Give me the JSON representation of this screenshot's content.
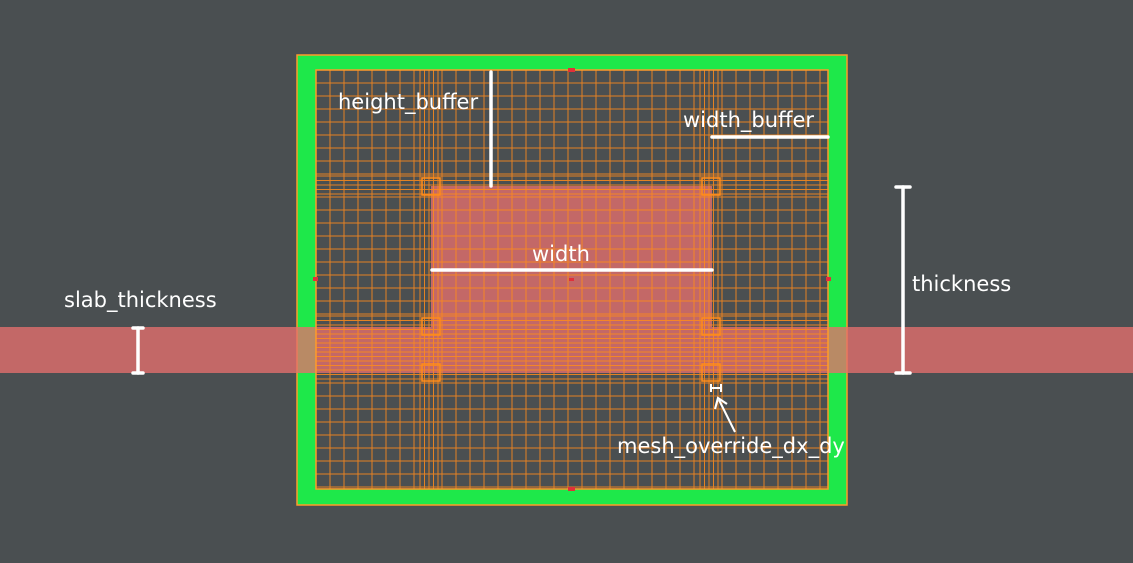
{
  "labels": {
    "height_buffer": "height_buffer",
    "width_buffer": "width_buffer",
    "width": "width",
    "thickness": "thickness",
    "slab_thickness": "slab_thickness",
    "mesh_override": "mesh_override_dx_dy"
  },
  "colors": {
    "background": "#4a4f51",
    "boundary": "#1ee84a",
    "mesh": "#ff8c1a",
    "waveguide": "#e5706d",
    "dimension_lines": "#ffffff",
    "markers": "#e0303a"
  }
}
